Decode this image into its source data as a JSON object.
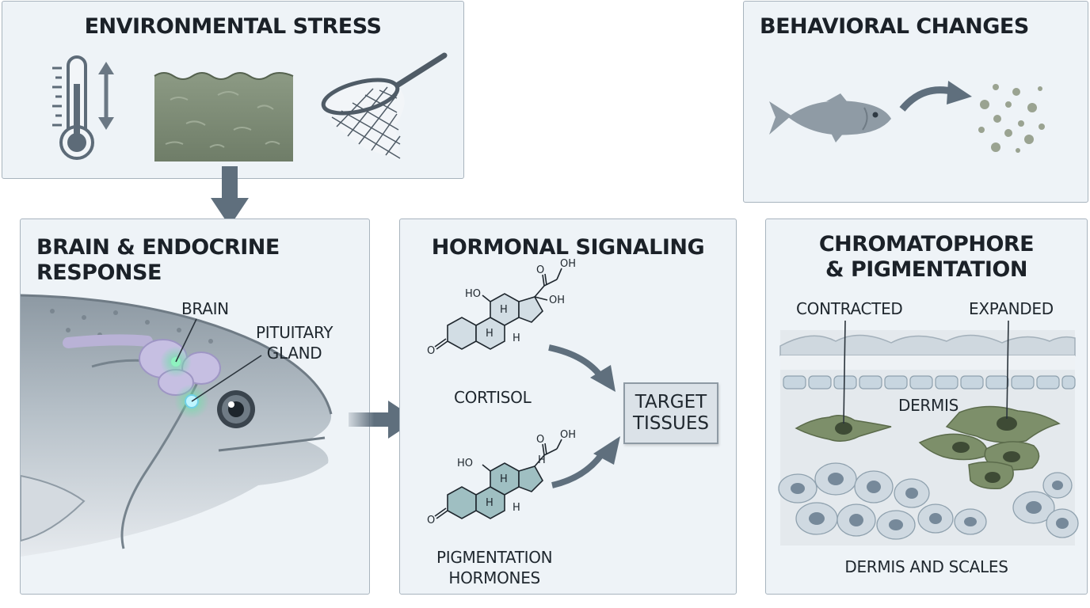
{
  "panels": {
    "environmental_stress": {
      "title": "ENVIRONMENTAL STRESS"
    },
    "behavioral_changes": {
      "title": "BEHAVIORAL CHANGES"
    },
    "brain_endocrine": {
      "title": "BRAIN & ENDOCRINE RESPONSE",
      "labels": {
        "brain": "BRAIN",
        "pituitary": "PITUITARY\nGLAND"
      }
    },
    "hormonal_signaling": {
      "title": "HORMONAL SIGNALING",
      "labels": {
        "cortisol": "CORTISOL",
        "pigmentation_hormones": "PIGMENTATION\nHORMONES",
        "target_tissues": "TARGET\nTISSUES"
      },
      "chem_groups": {
        "oh": "OH",
        "ho": "HO",
        "h": "H",
        "o": "O"
      }
    },
    "chromatophore": {
      "title": "CHROMATOPHORE\n& PIGMENTATION",
      "labels": {
        "contracted": "CONTRACTED",
        "expanded": "EXPANDED",
        "dermis": "DERMIS",
        "dermis_scales": "DERMIS AND SCALES"
      }
    }
  },
  "colors": {
    "panel_bg": "#eef3f7",
    "panel_border": "#a8b4be",
    "arrow": "#5f6f7d",
    "fish": "#8f9ba5",
    "pigment_cell": "#7d8f6a",
    "gland_glow": "#6fe0a8"
  },
  "icons": [
    "thermometer-icon",
    "murky-water-icon",
    "fishing-net-icon",
    "fish-icon",
    "food-pellets-icon"
  ]
}
